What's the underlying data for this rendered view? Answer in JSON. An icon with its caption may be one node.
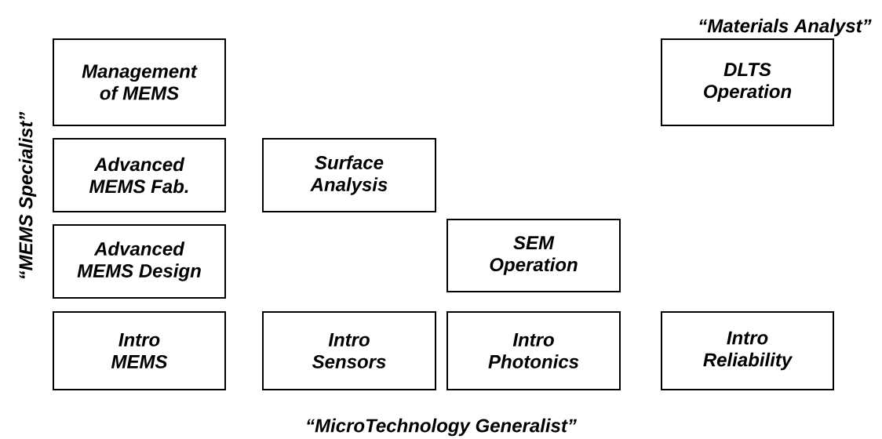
{
  "diagram": {
    "nodes": [
      {
        "text": [
          "Management of MEMS"
        ]
      },
      {
        "text": [
          "DLTS Operation"
        ]
      },
      {
        "text": [
          "Advanced MEMS Fab."
        ]
      },
      {
        "text": [
          "Surface Analysis"
        ]
      },
      {
        "text": [
          "Advanced MEMS Design"
        ]
      },
      {
        "text": [
          "SEM Operation"
        ]
      },
      {
        "text": [
          "Intro MEMS"
        ]
      },
      {
        "text": [
          "Intro Sensors"
        ]
      },
      {
        "text": [
          "Intro Photonics"
        ]
      },
      {
        "text": [
          "Intro Reliability"
        ]
      }
    ],
    "labels": [
      "“Materials Analyst”",
      "“MEMS Specialist”",
      "“MicroTechnology Generalist”"
    ]
  }
}
